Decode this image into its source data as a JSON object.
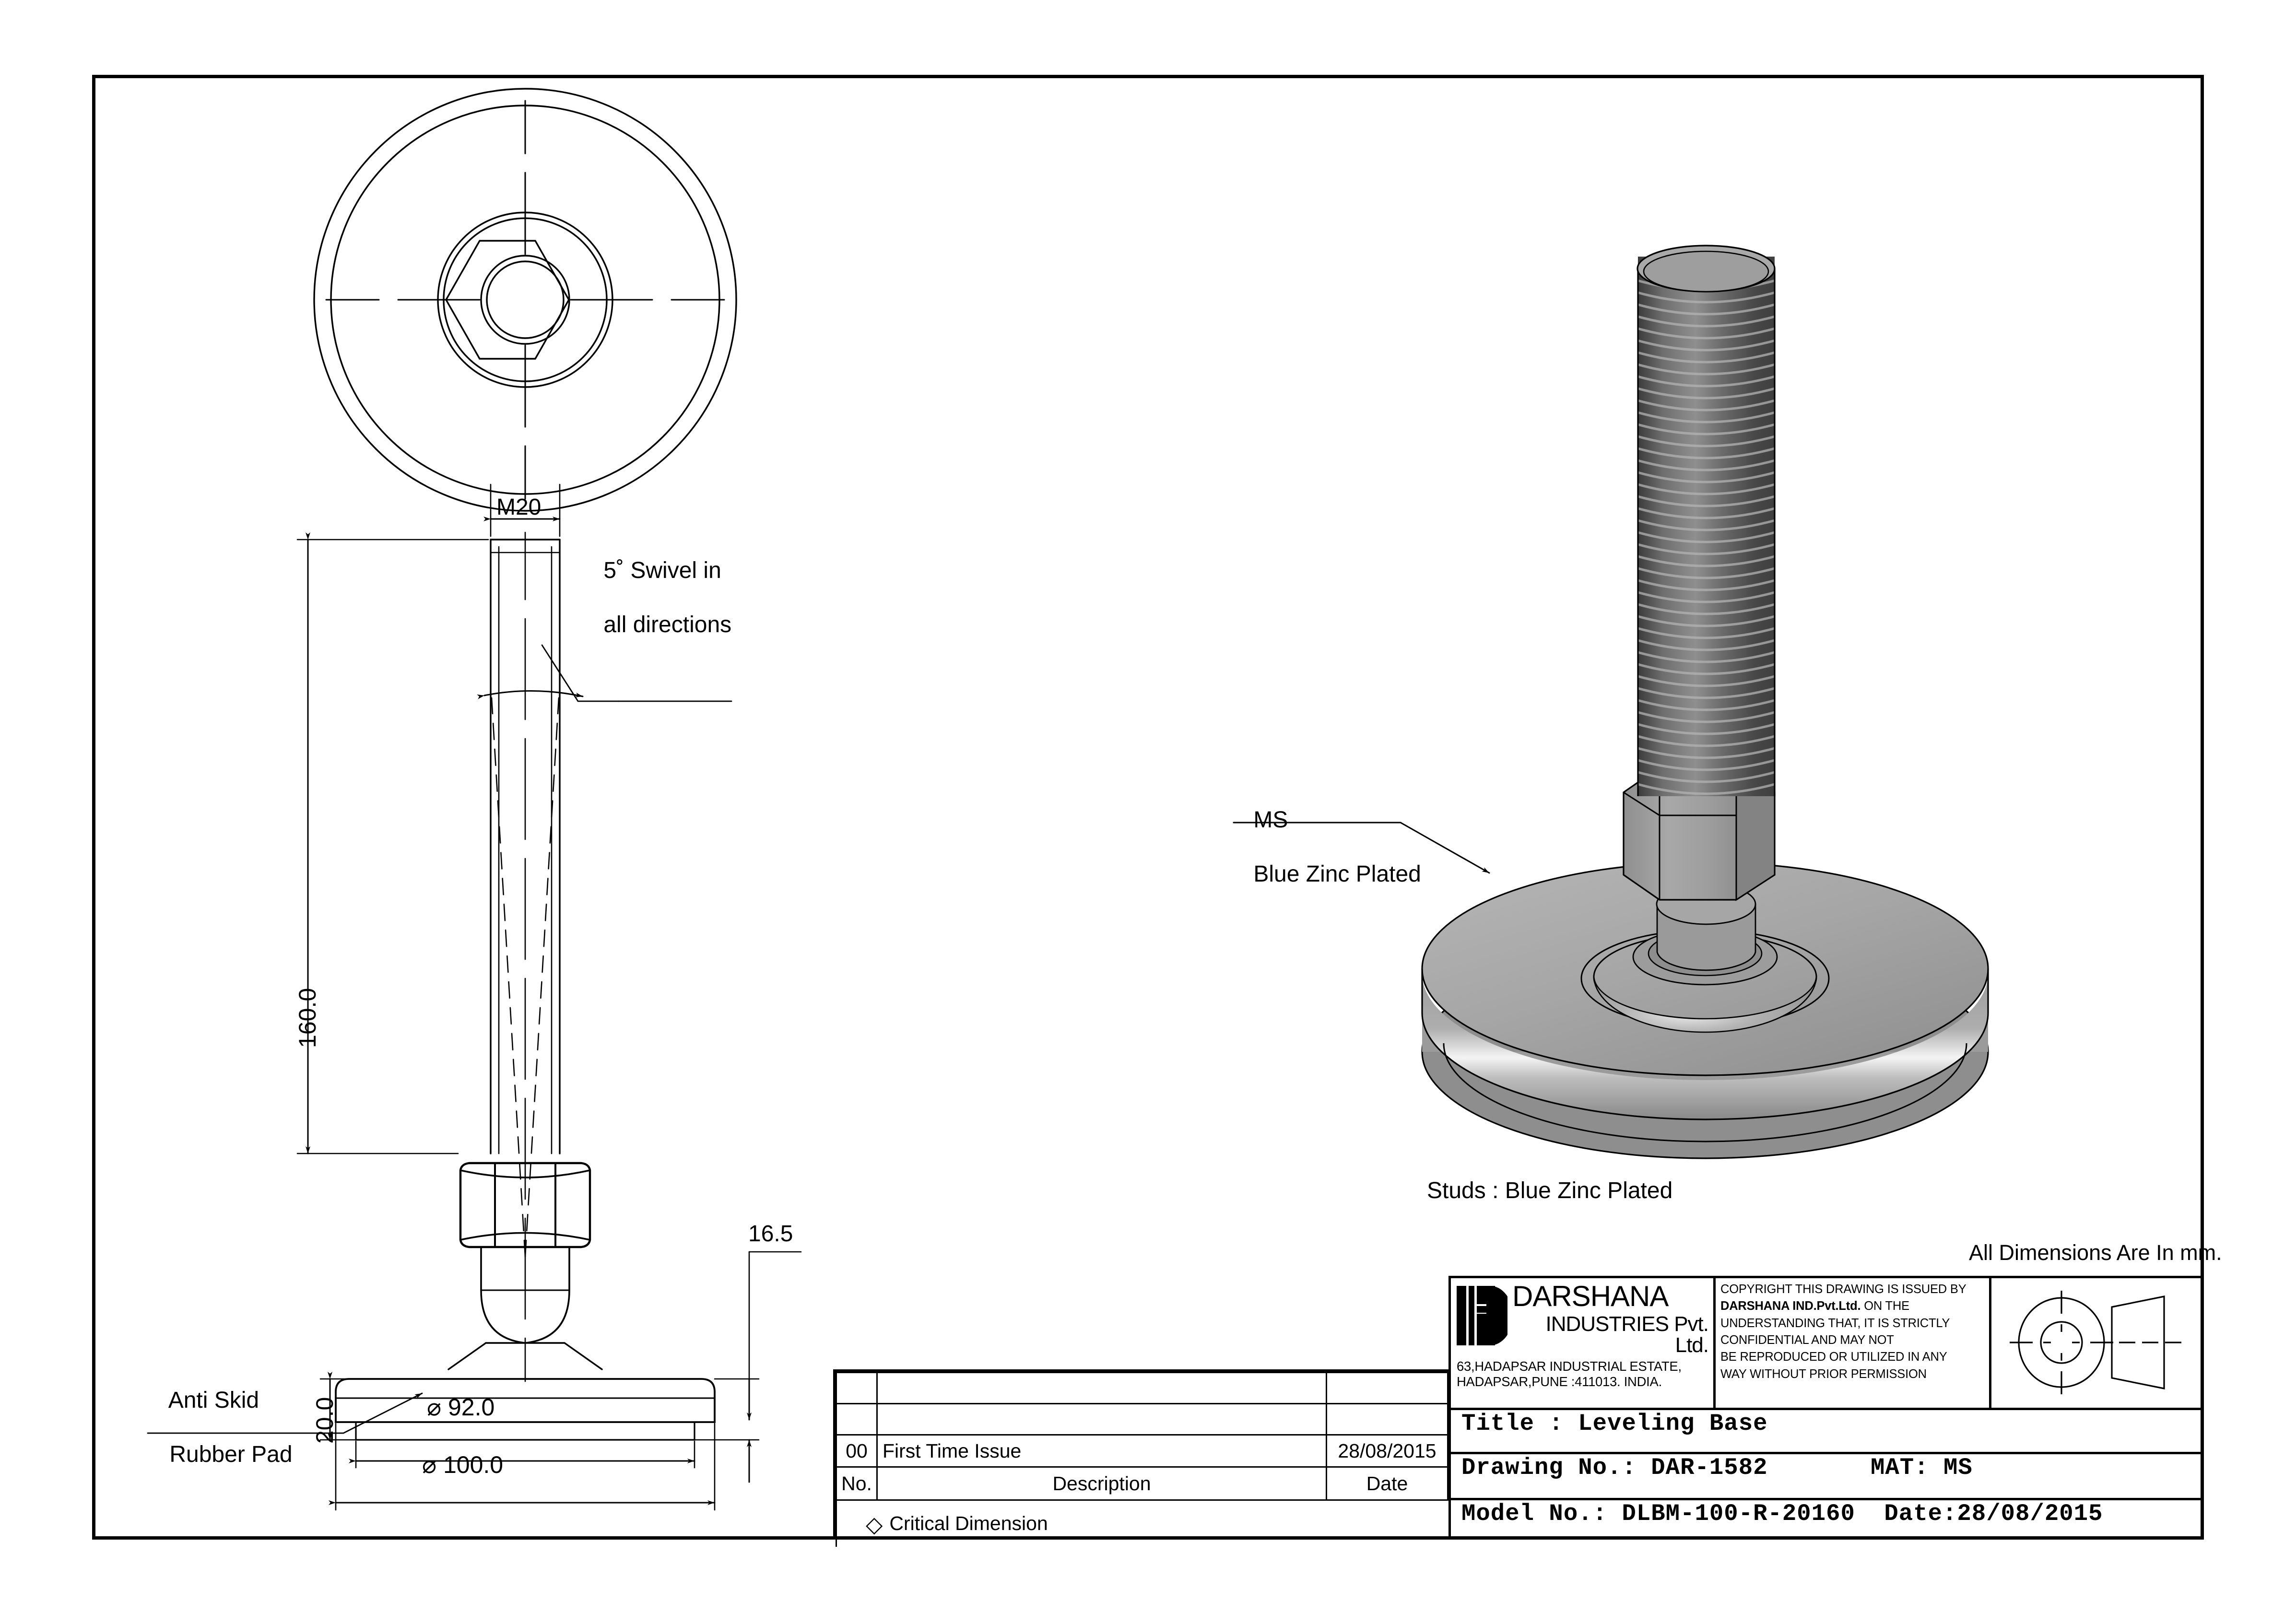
{
  "drawing": {
    "sheet_note": "All Dimensions Are In mm.",
    "studs_note": "Studs : Blue Zinc Plated"
  },
  "views": {
    "top_view": {
      "name": "top-view",
      "outer_diameter_label": "⌀ 100.0",
      "inner_diameter_label": "⌀ 92.0"
    },
    "front_view": {
      "name": "front-view",
      "thread_label": "M20",
      "height_label": "160.0",
      "pad_height_label": "20.0",
      "base_height_label": "16.5",
      "outer_dia_label": "⌀ 100.0",
      "inner_dia_label": "⌀ 92.0",
      "swivel_note_line1": "5˚ Swivel in",
      "swivel_note_line2": "all directions",
      "pad_note_line1": "Anti Skid",
      "pad_note_line2": "Rubber Pad"
    },
    "iso_view": {
      "name": "isometric-view",
      "material_note_line1": "MS",
      "material_note_line2": "Blue Zinc Plated"
    }
  },
  "title_block": {
    "company": {
      "name": "DARSHANA",
      "sub": "INDUSTRIES Pvt. Ltd.",
      "address_line1": "63,HADAPSAR INDUSTRIAL ESTATE,",
      "address_line2": "HADAPSAR,PUNE :411013. INDIA."
    },
    "copyright": {
      "line1": "COPYRIGHT THIS DRAWING IS ISSUED BY",
      "line2_bold": "DARSHANA IND.Pvt.Ltd.",
      "line2_rest": " ON THE",
      "line3": "UNDERSTANDING THAT, IT IS STRICTLY",
      "line4": "CONFIDENTIAL AND MAY NOT",
      "line5": "BE REPRODUCED OR UTILIZED IN ANY",
      "line6": "WAY WITHOUT PRIOR PERMISSION"
    },
    "projection_symbol": "first-angle-projection-symbol",
    "title": "Title : Leveling Base",
    "drawing_no": "Drawing No.: DAR-1582",
    "material": "MAT: MS",
    "model_no": "Model No.: DLBM-100-R-20160",
    "date": "Date:28/08/2015"
  },
  "revision_table": {
    "columns": [
      "No.",
      "Description",
      "Date"
    ],
    "rows": [
      {
        "no": "",
        "description": "",
        "date": ""
      },
      {
        "no": "",
        "description": "",
        "date": ""
      },
      {
        "no": "00",
        "description": "First Time Issue",
        "date": "28/08/2015"
      }
    ],
    "header": {
      "no": "No.",
      "description": "Description",
      "date": "Date"
    },
    "legend": {
      "symbol": "◇",
      "label": "Critical Dimension"
    }
  },
  "colors": {
    "line": "#000000",
    "background": "#ffffff",
    "metal_light": "#b9b9b9",
    "metal_mid": "#9a9a9a",
    "metal_dark": "#777777",
    "thread_dark": "#4a4a4a",
    "highlight": "#ffffff"
  }
}
